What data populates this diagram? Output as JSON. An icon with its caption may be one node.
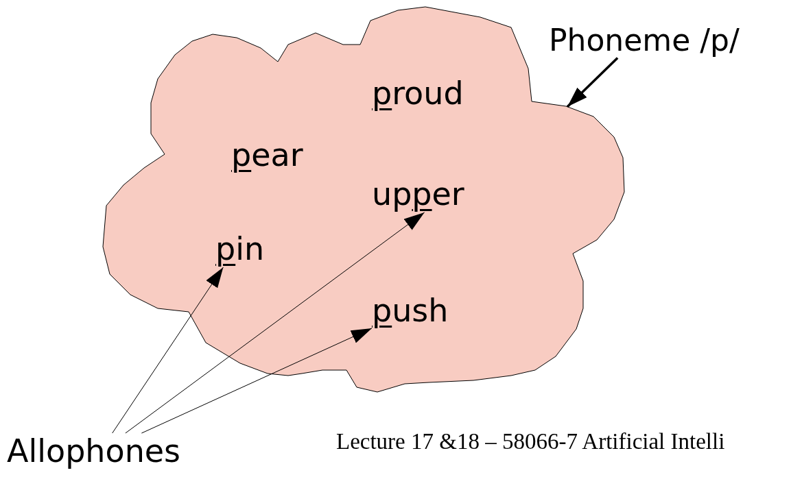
{
  "diagram": {
    "nodes": [
      {
        "text": [
          "Phoneme /p/"
        ]
      },
      {
        "text": [],
        "shape": "cloud"
      },
      {
        "text": [
          "proud"
        ],
        "in": 1
      },
      {
        "text": [
          "pear"
        ],
        "in": 1
      },
      {
        "text": [
          "upper"
        ],
        "in": 1
      },
      {
        "text": [
          "pin"
        ],
        "in": 1
      },
      {
        "text": [
          "push"
        ],
        "in": 1
      },
      {
        "text": [
          "Allophones"
        ]
      }
    ],
    "edges": [
      {
        "from": 0,
        "to": 1,
        "arrow": "to",
        "style": "thick"
      },
      {
        "from": 7,
        "to": 5,
        "arrow": "to"
      },
      {
        "from": 7,
        "to": 4,
        "arrow": "to"
      },
      {
        "from": 7,
        "to": 6,
        "arrow": "to"
      }
    ],
    "labels": [
      "Lecture 17 &18 – 58066-7 Artificial Intelli"
    ]
  }
}
